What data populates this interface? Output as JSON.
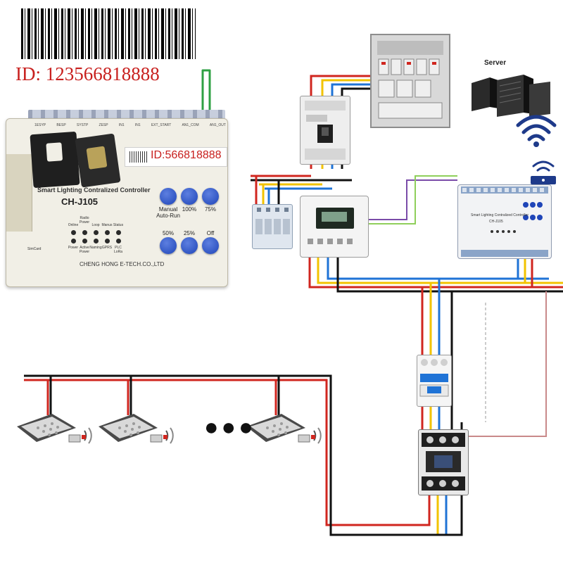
{
  "barcode": {
    "id_text": "ID: 123566818888"
  },
  "controller": {
    "id_label": "ID:566818888",
    "title": "Smart Lighting Contralized Controller",
    "model": "CH-J105",
    "company": "CHENG HONG E-TECH.CO.,LTD",
    "simcard_label": "SimCard",
    "terminal_labels": [
      "1ESYP",
      "BESP",
      "SYSTP",
      "ZESP",
      "IN1",
      "IN1",
      "EXT_START",
      "AN1_COM",
      "AN1_OUT"
    ],
    "buttons": [
      {
        "label": "Manual Auto-Run"
      },
      {
        "label": "100%"
      },
      {
        "label": "75%"
      },
      {
        "label": "50%"
      },
      {
        "label": "25%"
      },
      {
        "label": "Off"
      }
    ],
    "leds": [
      {
        "label": "Online"
      },
      {
        "label": "Radio Power"
      },
      {
        "label": "Loop"
      },
      {
        "label": "Manus"
      },
      {
        "label": "Status"
      },
      {
        "label": "Power"
      },
      {
        "label": "Active Power"
      },
      {
        "label": "Naming"
      },
      {
        "label": "GPRS"
      },
      {
        "label": "PLC LoRa"
      }
    ]
  },
  "server": {
    "label": "Server"
  },
  "controller_small": {
    "title": "Smart Lighting Contralized Controller",
    "model": "CH-J105"
  },
  "colors": {
    "barcode_id": "#c8201e",
    "arrow": "#2ea043",
    "button": "#1f45b8",
    "wire_red": "#d0261f",
    "wire_yellow": "#f2c300",
    "wire_blue": "#1f73d6",
    "wire_black": "#111111",
    "wire_purple": "#7a4ba8",
    "wire_green": "#8fcf5b",
    "wire_pink": "#c9898a"
  }
}
